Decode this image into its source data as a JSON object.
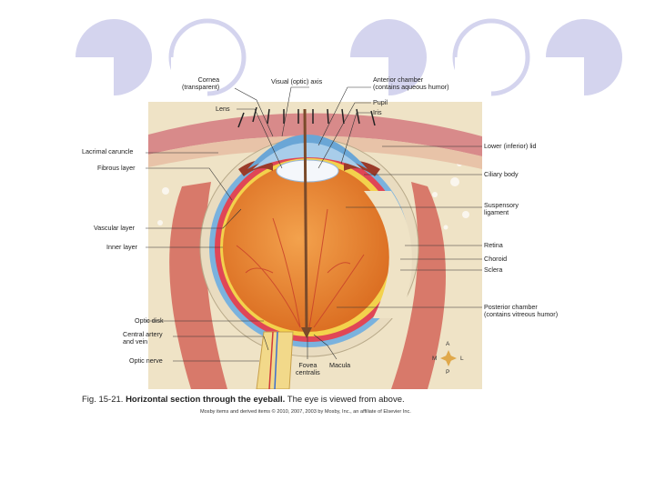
{
  "labels_left": {
    "cornea": "Cornea\n(transparent)",
    "lens": "Lens",
    "lacrimal": "Lacrimal caruncle",
    "fibrous": "Fibrous layer",
    "vascular": "Vascular layer",
    "inner": "Inner layer",
    "optic_disk": "Optic disk",
    "central": "Central artery\nand vein",
    "optic_nerve": "Optic nerve"
  },
  "labels_top": {
    "visual_axis": "Visual (optic) axis",
    "anterior": "Anterior chamber\n(contains aqueous humor)",
    "pupil": "Pupil",
    "iris": "Iris"
  },
  "labels_right": {
    "lower_lid": "Lower (inferior) lid",
    "ciliary": "Ciliary body",
    "suspensory": "Suspensory\nligament",
    "retina": "Retina",
    "choroid": "Choroid",
    "sclera": "Sclera",
    "posterior": "Posterior chamber\n(contains vitreous humor)"
  },
  "labels_bottom": {
    "fovea": "Fovea\ncentralis",
    "macula": "Macula"
  },
  "compass": {
    "a": "A",
    "p": "P",
    "m": "M",
    "l": "L"
  },
  "caption": {
    "fig": "Fig. 15-21.",
    "title": "Horizontal section through the eyeball.",
    "rest": "The eye is viewed from above."
  },
  "credit": "Mosby items and derived items © 2010, 2007, 2003 by Mosby, Inc., an affiliate of Elsevier Inc.",
  "colors": {
    "slide_bubble": "#d4d4ee",
    "vitreous": "#e7822e",
    "sclera": "#e9dcc0",
    "muscle": "#d8796a",
    "cornea": "#6aa6d6",
    "bone": "#efe3c6"
  }
}
